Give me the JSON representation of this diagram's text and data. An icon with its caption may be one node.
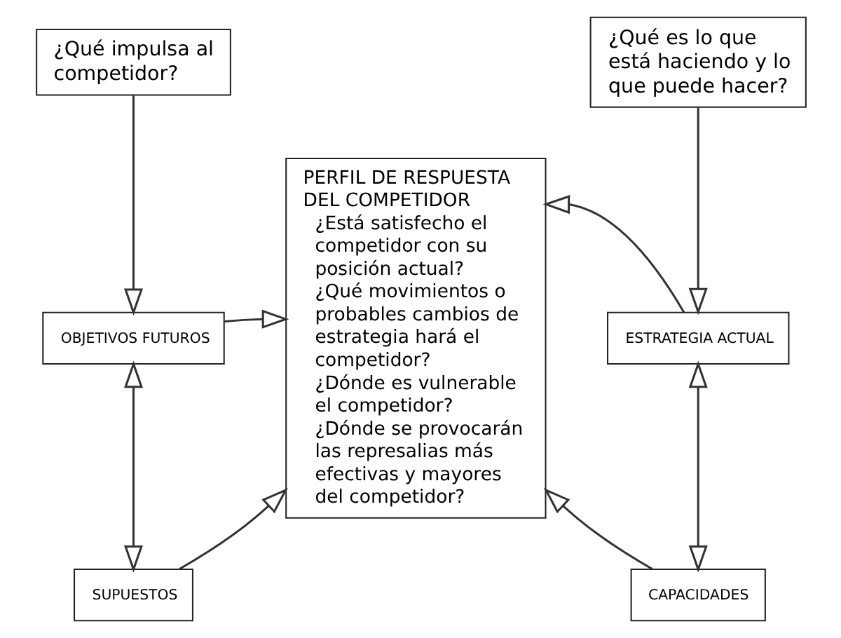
{
  "diagram": {
    "nodes": [
      {
        "text": [
          "¿Qué impulsa al competidor?"
        ]
      },
      {
        "text": [
          "OBJETIVOS FUTUROS"
        ]
      },
      {
        "text": [
          "SUPUESTOS"
        ]
      },
      {
        "text": [
          "PERFIL DE RESPUESTA DEL COMPETIDOR",
          "¿Está satisfecho el competidor con su posición actual?",
          "¿Qué movimientos o probables cambios de estrategia hará el competidor?",
          "¿Dónde es vulnerable el competidor?",
          "¿Dónde se provocarán las represalias más efectivas y mayores del competidor?"
        ]
      },
      {
        "text": [
          "¿Qué es lo que está haciendo y lo que puede hacer?"
        ]
      },
      {
        "text": [
          "ESTRATEGIA ACTUAL"
        ]
      },
      {
        "text": [
          "CAPACIDADES"
        ]
      }
    ],
    "edges": [
      {
        "from": 0,
        "to": 1,
        "arrow": "to"
      },
      {
        "from": 1,
        "to": 2,
        "arrow": "both"
      },
      {
        "from": 1,
        "to": 3,
        "arrow": "to"
      },
      {
        "from": 2,
        "to": 3,
        "arrow": "to"
      },
      {
        "from": 4,
        "to": 5,
        "arrow": "to"
      },
      {
        "from": 5,
        "to": 6,
        "arrow": "both"
      },
      {
        "from": 5,
        "to": 3,
        "arrow": "to"
      },
      {
        "from": 6,
        "to": 3,
        "arrow": "to"
      }
    ]
  }
}
